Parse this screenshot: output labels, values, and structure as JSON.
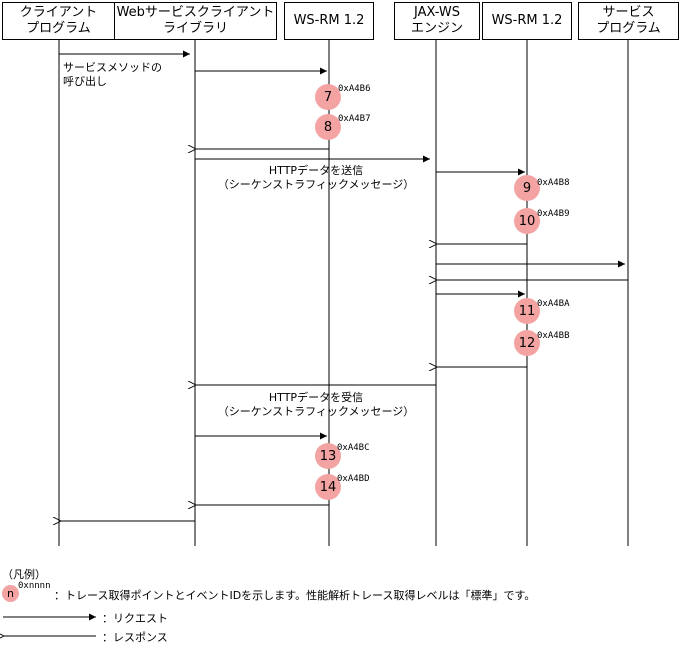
{
  "lifelines": [
    {
      "label": "クライアント\nプログラム"
    },
    {
      "label": "Webサービスクライアント\nライブラリ"
    },
    {
      "label": "WS-RM 1.2"
    },
    {
      "label": "JAX-WS\nエンジン"
    },
    {
      "label": "WS-RM 1.2"
    },
    {
      "label": "サービス\nプログラム"
    }
  ],
  "messages": {
    "invoke": "サービスメソッドの\n呼び出し",
    "send": "HTTPデータを送信\n（シーケンストラフィックメッセージ）",
    "receive": "HTTPデータを受信\n（シーケンストラフィックメッセージ）"
  },
  "trace_points": [
    {
      "number": "7",
      "event_id": "0xA4B6"
    },
    {
      "number": "8",
      "event_id": "0xA4B7"
    },
    {
      "number": "9",
      "event_id": "0xA4B8"
    },
    {
      "number": "10",
      "event_id": "0xA4B9"
    },
    {
      "number": "11",
      "event_id": "0xA4BA"
    },
    {
      "number": "12",
      "event_id": "0xA4BB"
    },
    {
      "number": "13",
      "event_id": "0xA4BC"
    },
    {
      "number": "14",
      "event_id": "0xA4BD"
    }
  ],
  "legend": {
    "title": "（凡例）",
    "marker_symbol": "n",
    "marker_sup": "0xnnnn",
    "marker_text": "：トレース取得ポイントとイベントIDを示します。性能解析トレース取得レベルは「標準」です。",
    "request_text": "：リクエスト",
    "response_text": "：レスポンス"
  }
}
